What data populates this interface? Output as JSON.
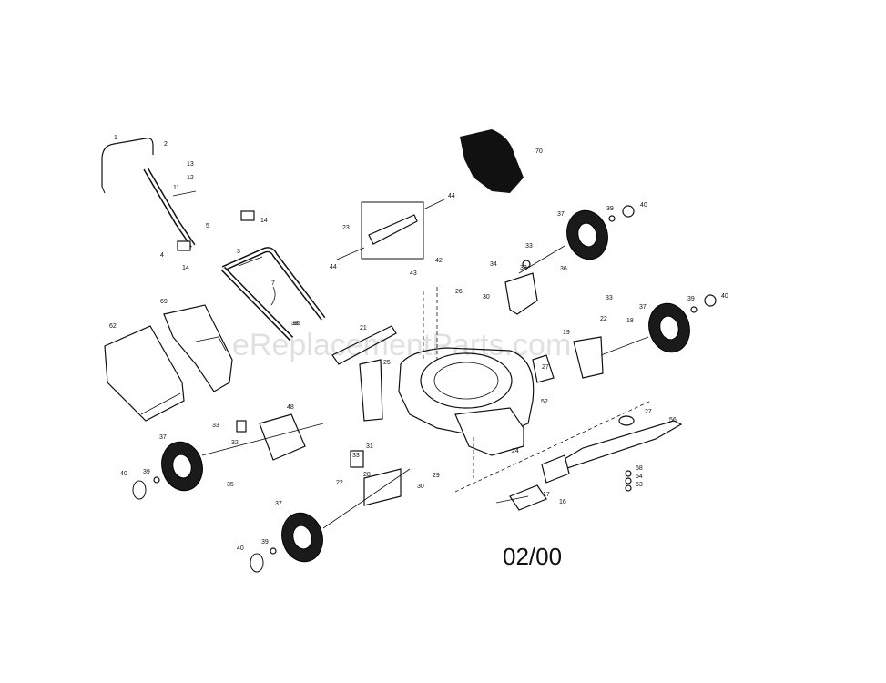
{
  "watermark": "eReplacementParts.com",
  "date_code": "02/00",
  "callouts": {
    "c1": "1",
    "c2": "2",
    "c3": "3",
    "c4": "4",
    "c5": "5",
    "c7": "7",
    "c11": "11",
    "c12": "12",
    "c13": "13",
    "c14a": "14",
    "c14b": "14",
    "c21": "21",
    "c23": "23",
    "c25": "25",
    "c33": "33",
    "c42": "42",
    "c43": "43",
    "c44a": "44",
    "c44b": "44",
    "c70": "70",
    "c37a": "37",
    "c39a": "39",
    "c40a": "40",
    "c34": "34",
    "c33b": "33",
    "c32": "32",
    "c36": "36",
    "c33c": "33",
    "c37b": "37",
    "c39b": "39",
    "c40b": "40",
    "c22a": "22",
    "c18": "18",
    "c19": "19",
    "c26": "26",
    "c30": "30",
    "c35": "35",
    "c69": "69",
    "c62": "62",
    "c48": "48",
    "c33d": "33",
    "c32b": "32",
    "c39c": "39",
    "c37c": "37",
    "c40c": "40",
    "c35b": "35",
    "c33e": "33",
    "c31": "31",
    "c22b": "22",
    "c30b": "30",
    "c29": "29",
    "c24": "24",
    "c27": "27",
    "c16": "16",
    "c17": "17",
    "c58": "58",
    "c54": "54",
    "c53": "53",
    "c56": "56",
    "c37d": "37",
    "c39d": "39",
    "c40d": "40",
    "c28": "28",
    "c27b": "27",
    "c52": "52"
  }
}
